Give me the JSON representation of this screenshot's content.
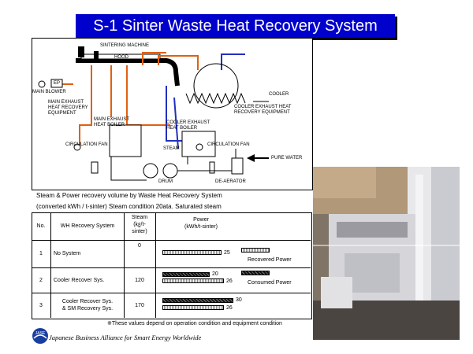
{
  "title": "S-1 Sinter Waste Heat Recovery System",
  "diagram": {
    "labels": {
      "sintering_machine": "SINTERING MACHINE",
      "hood": "HOOD",
      "ep": "EP",
      "main_blower": "MAIN BLOWER",
      "cooler": "COOLER",
      "main_exhaust_equipment": "MAIN EXHAUST\nHEAT RECOVERY\nEQUIPMENT",
      "cooler_exhaust_equipment": "COOLER EXHAUST HEAT\nRECOVERY EQUIPMENT",
      "main_exhaust_boiler": "MAIN EXHAUST\nHEAT BOILER",
      "cooler_exhaust_boiler": "COOLER EXHAUST\nHEAT BOILER",
      "circulation_fan_left": "CIRCULATION FAN",
      "circulation_fan_right": "CIRCULATION FAN",
      "steam": "STEAM",
      "drum": "DRUM",
      "pure_water": "PURE WATER",
      "de_aerator": "DE-AERATOR"
    }
  },
  "caption_line1": "Steam & Power recovery volume by Waste Heat Recovery System",
  "caption_line2": "(converted kWh / t-sinter)  Steam condition 20ata. Saturated steam",
  "table": {
    "headers": {
      "no": "No.",
      "system": "WH Recovery System",
      "steam": "Steam\n(㎏/t-\nsinter)",
      "power": "Power\n(kWh/t-sinter)"
    },
    "rows": [
      {
        "no": "1",
        "system": "No System",
        "steam": "0",
        "recovered": 25,
        "consumed": null,
        "recovered_label": "25",
        "consumed_label": ""
      },
      {
        "no": "2",
        "system": "Cooler Recover Sys.",
        "steam": "120",
        "recovered": 26,
        "consumed": 20,
        "recovered_label": "26",
        "consumed_label": "20"
      },
      {
        "no": "3",
        "system": "Cooler Recover Sys.\n& SM Recovery Sys.",
        "steam": "170",
        "recovered": 26,
        "consumed": 30,
        "recovered_label": "26",
        "consumed_label": "30"
      }
    ],
    "legend": {
      "recovered": "Recovered Power",
      "consumed": "Consumed Power"
    }
  },
  "footnote": "※These values depend on operation condition and equipment condition",
  "brand": "Japanese Business Alliance for Smart Energy Worldwide",
  "logo_text": "JASE"
}
